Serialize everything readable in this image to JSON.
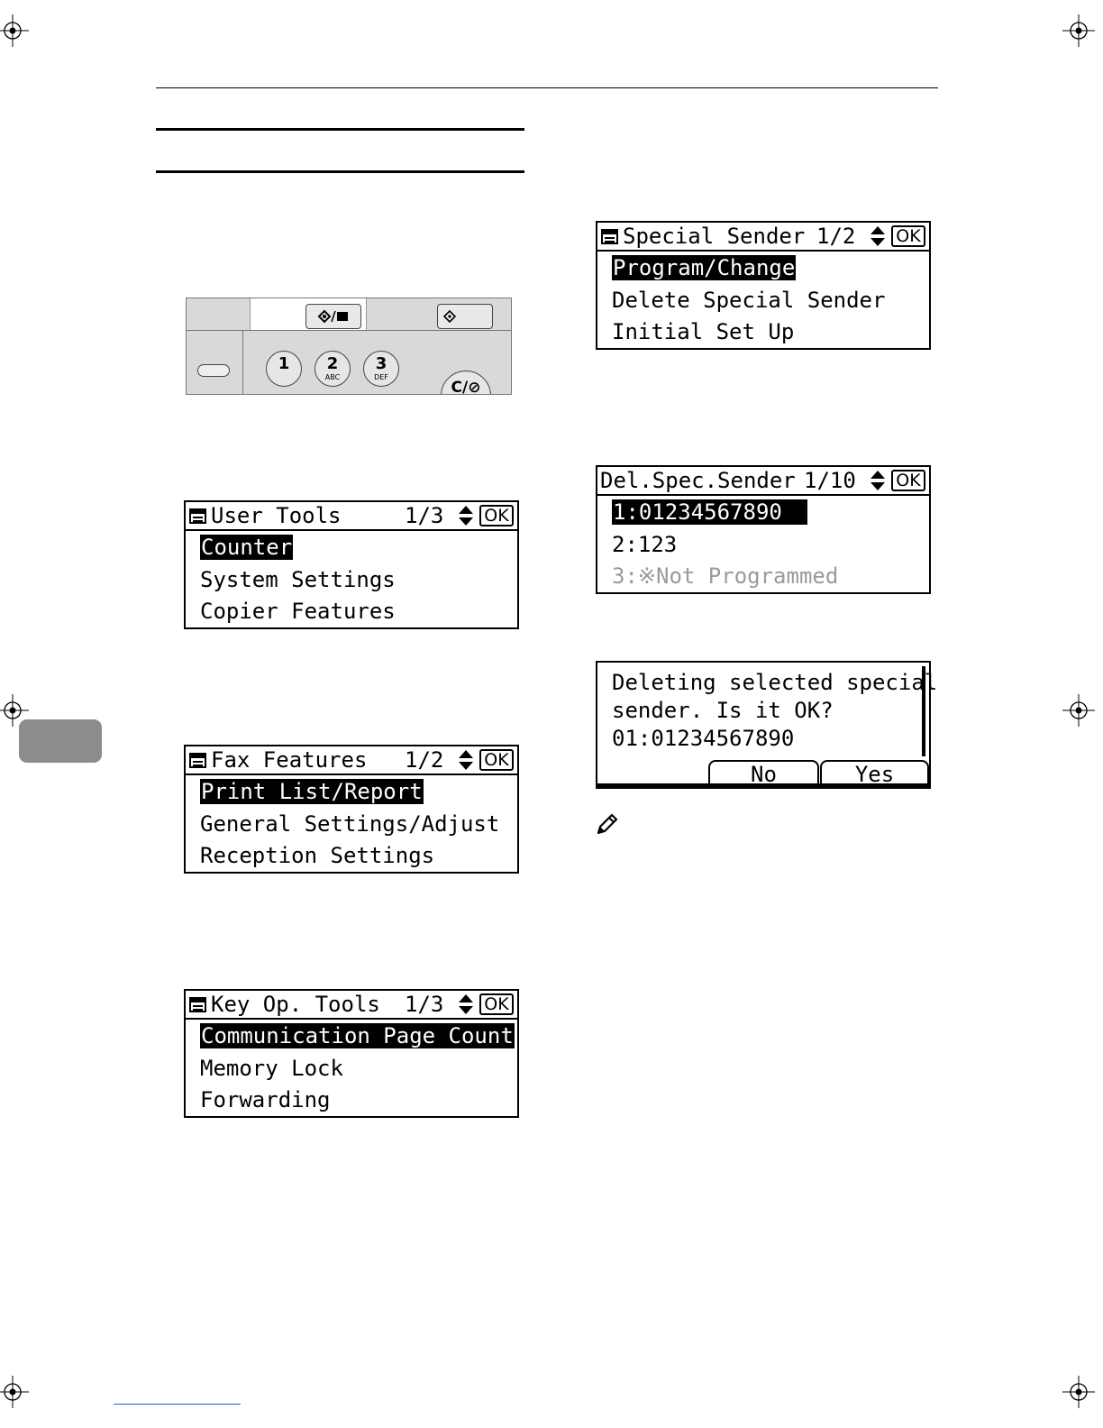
{
  "panel": {
    "keys": [
      {
        "num": "1",
        "letters": ""
      },
      {
        "num": "2",
        "letters": "ABC"
      },
      {
        "num": "3",
        "letters": "DEF"
      }
    ],
    "clear_label": "C/⊘"
  },
  "screens": {
    "user_tools": {
      "title": "User Tools",
      "page": "1/3",
      "ok": "OK",
      "items": [
        "Counter",
        "System Settings",
        "Copier Features"
      ]
    },
    "fax_features": {
      "title": "Fax Features",
      "page": "1/2",
      "ok": "OK",
      "items": [
        "Print List/Report",
        "General Settings/Adjust",
        "Reception Settings"
      ]
    },
    "key_op_tools": {
      "title": "Key Op. Tools",
      "page": "1/3",
      "ok": "OK",
      "items": [
        "Communication Page Count",
        "Memory Lock",
        "Forwarding"
      ]
    },
    "special_sender": {
      "title": "Special Sender",
      "page": "1/2",
      "ok": "OK",
      "items": [
        "Program/Change",
        "Delete Special Sender",
        "Initial Set Up"
      ]
    },
    "del_spec_sender": {
      "title": "Del.Spec.Sender",
      "page": "1/10",
      "ok": "OK",
      "items": [
        "1:01234567890",
        "2:123",
        "3:※Not Programmed"
      ]
    }
  },
  "dialog": {
    "lines": [
      "Deleting selected special",
      "sender. Is it OK?",
      "01:01234567890"
    ],
    "no_label": "No",
    "yes_label": "Yes"
  },
  "icons": {
    "registration_mark": "crosshair-icon",
    "note": "pencil-icon"
  },
  "colors": {
    "chapter_tab": "#8c8c8c",
    "panel_bg": "#d9d9d9",
    "footer_link": "#3a52c8"
  }
}
